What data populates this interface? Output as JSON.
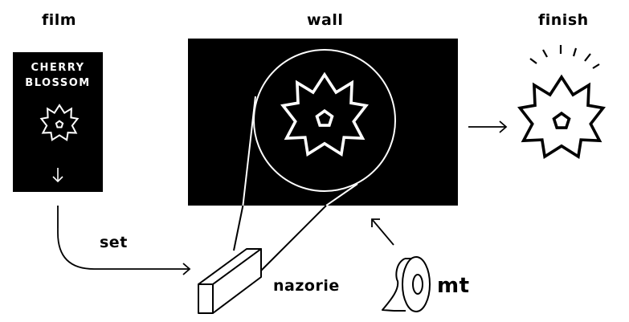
{
  "labels": {
    "film": "film",
    "wall": "wall",
    "finish": "finish",
    "set": "set",
    "nazorie": "nazorie",
    "mt": "mt"
  },
  "film_card": {
    "line1": "CHERRY",
    "line2": "BLOSSOM"
  },
  "icons": {
    "film_flower": "cherry-blossom-outline",
    "wall_flower": "cherry-blossom-outline",
    "finish_flower": "cherry-blossom-outline",
    "down_arrow": "arrow-down",
    "sparkle": "sparkle-rays",
    "tape": "masking-tape-roll",
    "stick": "square-rod-block"
  },
  "colors": {
    "ink": "#000000",
    "paper": "#ffffff"
  }
}
